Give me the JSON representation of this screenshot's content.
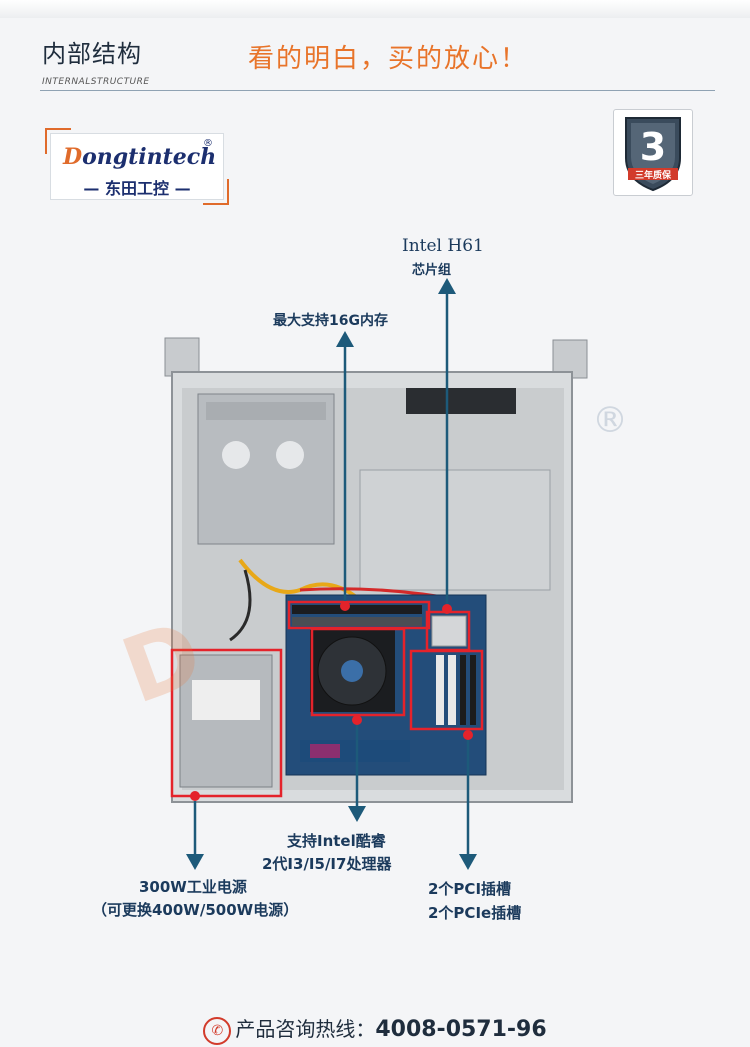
{
  "header": {
    "title_cn": "内部结构",
    "title_en": "INTERNALSTRUCTURE",
    "slogan": "看的明白，买的放心！"
  },
  "logo": {
    "name_prefix": "D",
    "name_rest": "ongtintech",
    "reg_mark": "®",
    "cn_name": "— 东田工控 —"
  },
  "warranty_badge": {
    "digit": "3",
    "text": "三年质保"
  },
  "watermark": {
    "reg_mark": "®"
  },
  "annotations": {
    "chipset_line1": "Intel H61",
    "chipset_line2": "芯片组",
    "memory": "最大支持16G内存",
    "cpu_line1": "支持Intel酷睿",
    "cpu_line2": "2代I3/I5/I7处理器",
    "psu_line1": "300W工业电源",
    "psu_line2": "（可更换400W/500W电源）",
    "slots_line1": "2个PCI插槽",
    "slots_line2": "2个PCIe插槽"
  },
  "footer": {
    "label": "产品咨询热线：",
    "phone": "4008-0571-96"
  },
  "colors": {
    "accent_orange": "#e8742a",
    "marker_red": "#e4232b",
    "arrow_blue": "#1d5a7a"
  }
}
